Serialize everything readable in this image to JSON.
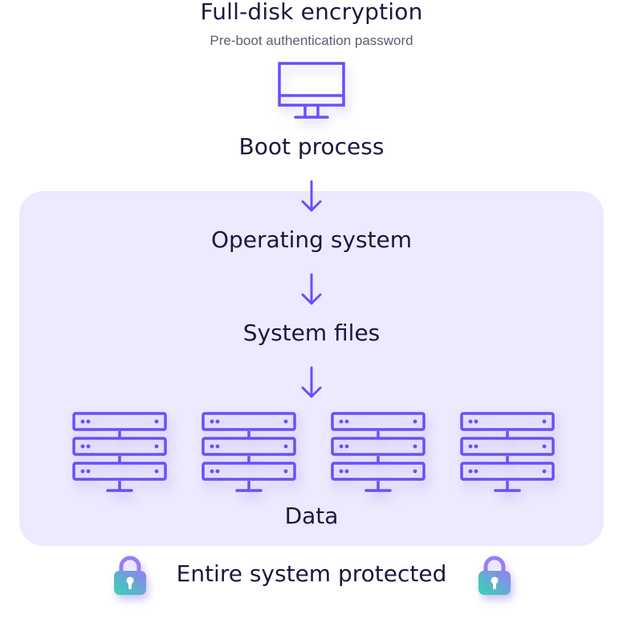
{
  "header": {
    "title": "Full-disk encryption",
    "subtitle": "Pre-boot authentication password"
  },
  "steps": [
    {
      "label": "Boot process",
      "icon": "monitor-icon"
    },
    {
      "label": "Operating system",
      "icon": "arrow-down-icon"
    },
    {
      "label": "System files",
      "icon": "arrow-down-icon"
    },
    {
      "label": "Data",
      "icon": "server-rack-icon",
      "server_count": 4
    }
  ],
  "footer": {
    "label": "Entire system protected",
    "icon": "padlock-icon"
  },
  "colors": {
    "accent": "#6b4ff6",
    "panel": "#ede9fe",
    "text": "#1c1740",
    "subtext": "#5a5f72",
    "lock_gradient_start": "#2fd9b0",
    "lock_gradient_end": "#9a7cf5"
  }
}
